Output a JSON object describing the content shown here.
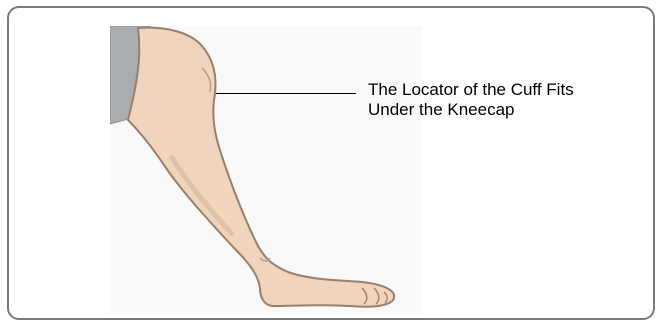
{
  "callout": {
    "line1": "The Locator of the Cuff Fits",
    "line2": "Under the Kneecap"
  },
  "colors": {
    "frame": "#7a7a7a",
    "skin": "#efd5bd",
    "skin_outline": "#9a7f6a",
    "cloth": "#a8adb2",
    "leader": "#000000"
  },
  "icons": {
    "illustration": "leg-illustration"
  }
}
